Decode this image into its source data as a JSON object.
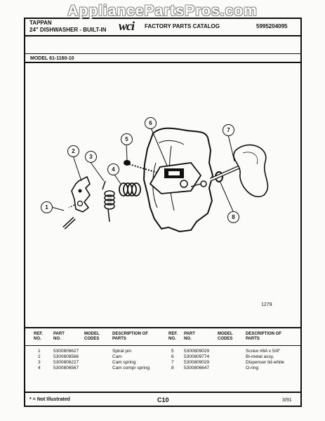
{
  "watermark": "AppliancePartsPros.com",
  "header": {
    "brand": "TAPPAN",
    "product": "24\" DISHWASHER - BUILT-IN",
    "logo": "wci",
    "catalog_title": "FACTORY PARTS CATALOG",
    "catalog_number": "5995204095"
  },
  "model_label": "MODEL 61-1160-10",
  "figure_number": "1279",
  "callouts": [
    "1",
    "2",
    "3",
    "4",
    "5",
    "6",
    "7",
    "8"
  ],
  "table": {
    "headers": {
      "ref": "REF. NO.",
      "part": "PART NO.",
      "model": "MODEL CODES",
      "desc": "DESCRIPTION OF PARTS"
    },
    "left_rows": [
      {
        "ref": "1",
        "part": "5300806627",
        "model": "",
        "desc": "Spiral pin"
      },
      {
        "ref": "2",
        "part": "5300806566",
        "model": "",
        "desc": "Cam"
      },
      {
        "ref": "3",
        "part": "5300806227",
        "model": "",
        "desc": "Cam spring"
      },
      {
        "ref": "4",
        "part": "5300806567",
        "model": "",
        "desc": "Cam compr spring"
      }
    ],
    "right_rows": [
      {
        "ref": "5",
        "part": "5300809029",
        "model": "",
        "desc": "Screw #8A x 5/8\""
      },
      {
        "ref": "6",
        "part": "5300809774",
        "model": "",
        "desc": "Bi-metal assy."
      },
      {
        "ref": "7",
        "part": "5300809029",
        "model": "",
        "desc": "Dispenser lid-white"
      },
      {
        "ref": "8",
        "part": "5300806647",
        "model": "",
        "desc": "O-ring"
      }
    ]
  },
  "footer": {
    "note": "* = Not Illustrated",
    "page_code": "C10",
    "date": "3/91"
  }
}
